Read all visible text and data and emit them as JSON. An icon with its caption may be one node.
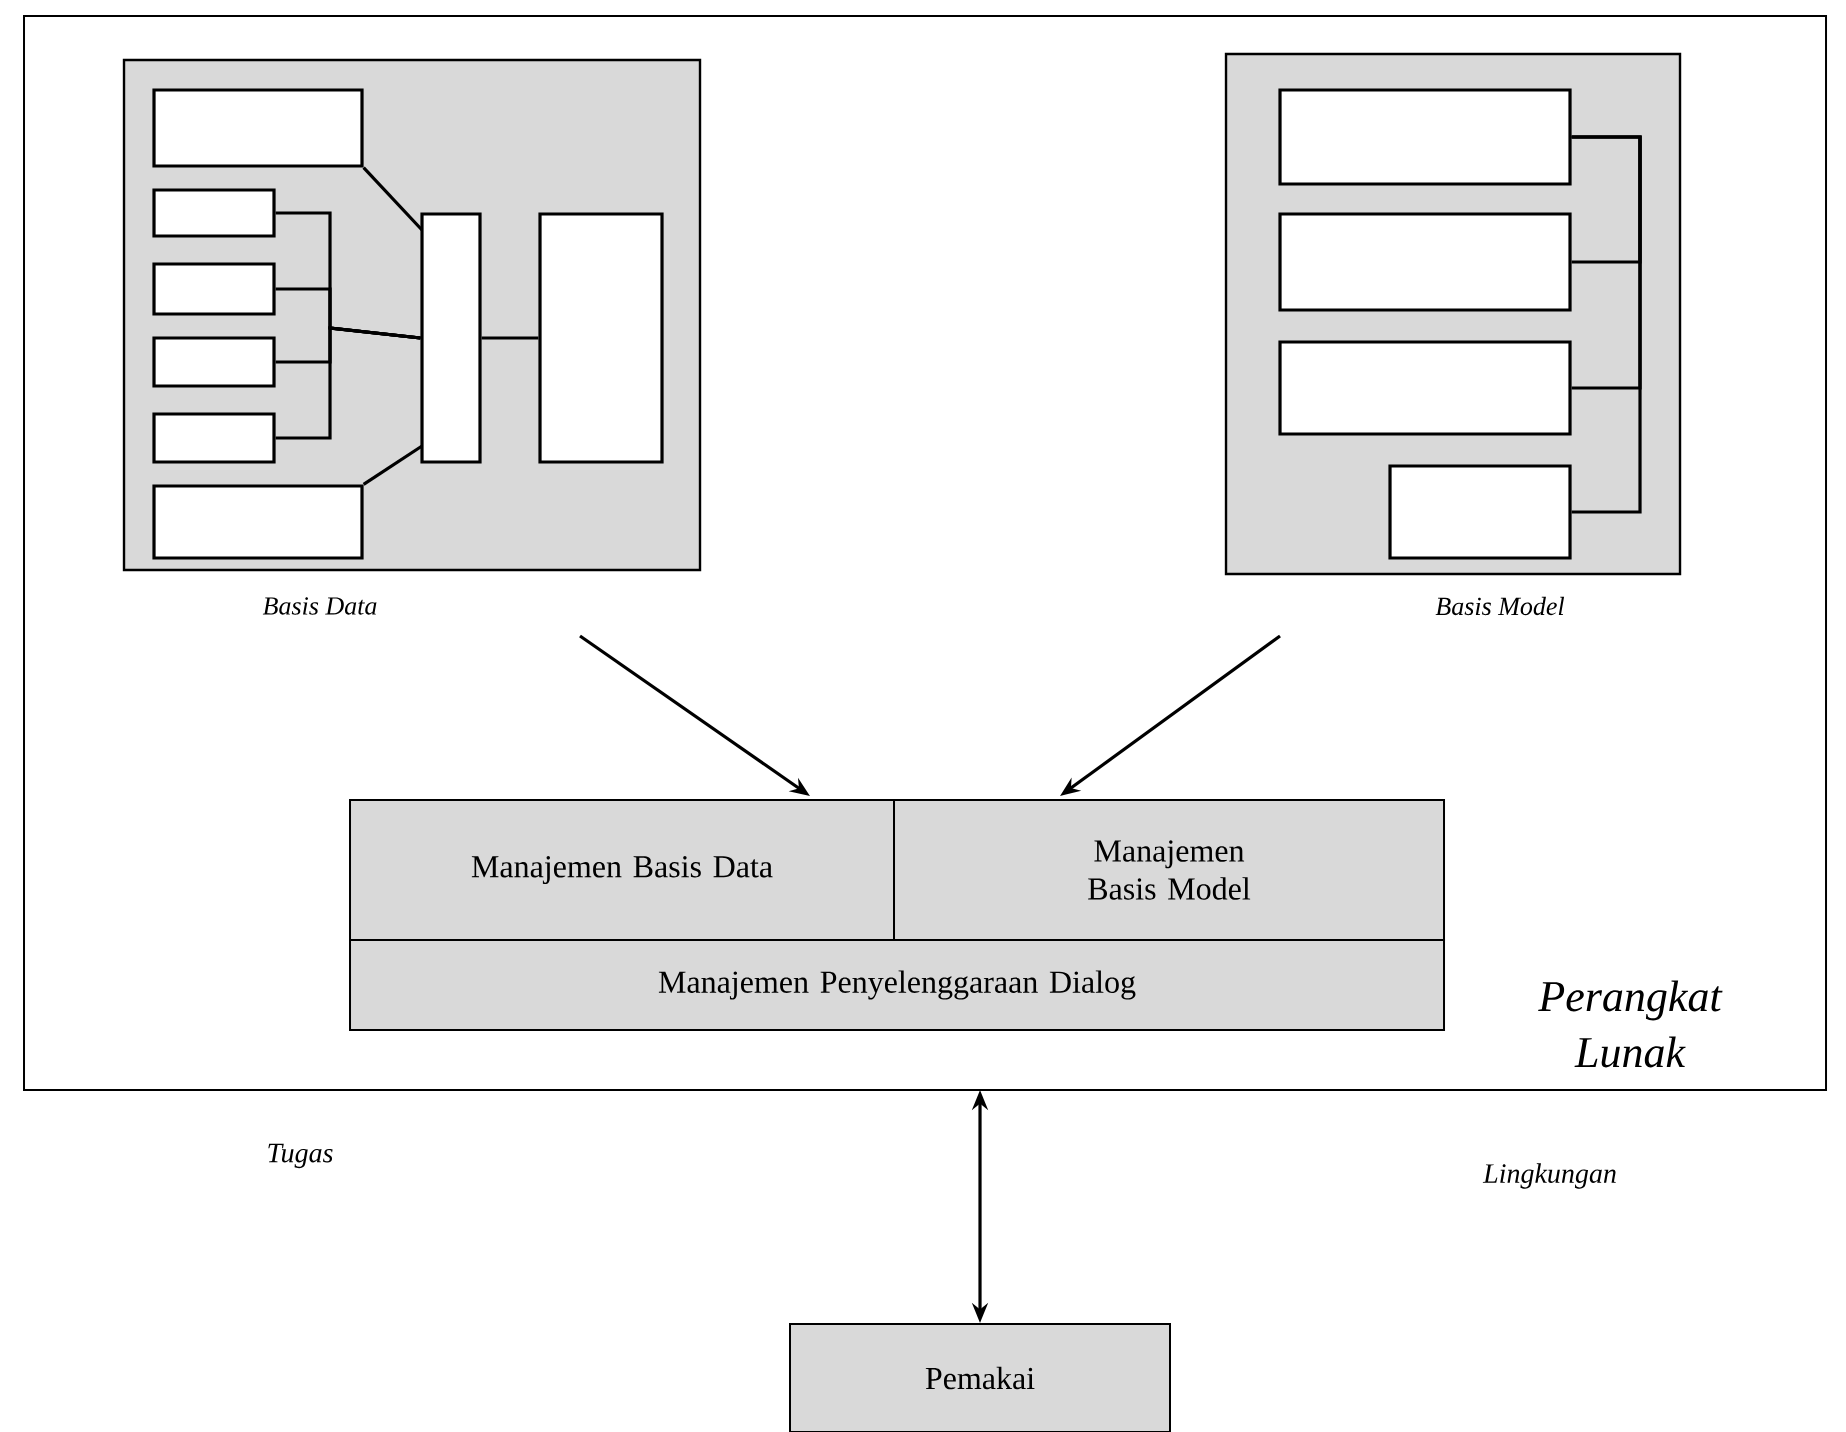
{
  "diagram": {
    "nodes": [
      {
        "text": [
          "Perangkat Lunak"
        ]
      },
      {
        "text": [
          "Basis Data"
        ],
        "in": 0
      },
      {
        "text": [],
        "shape": "box",
        "in": 1
      },
      {
        "text": [],
        "shape": "box",
        "in": 1
      },
      {
        "text": [],
        "shape": "box",
        "in": 1
      },
      {
        "text": [],
        "shape": "box",
        "in": 1
      },
      {
        "text": [],
        "shape": "box",
        "in": 1
      },
      {
        "text": [],
        "shape": "box",
        "in": 1
      },
      {
        "text": [],
        "shape": "box",
        "in": 1
      },
      {
        "text": [],
        "shape": "box",
        "in": 1
      },
      {
        "text": [
          "Basis Model"
        ],
        "in": 0
      },
      {
        "text": [],
        "shape": "box",
        "in": 10
      },
      {
        "text": [],
        "shape": "box",
        "in": 10
      },
      {
        "text": [],
        "shape": "box",
        "in": 10
      },
      {
        "text": [],
        "shape": "box",
        "in": 10
      },
      {
        "text": [
          "Manajemen Basis Data"
        ],
        "in": 0
      },
      {
        "text": [
          "Manajemen Basis Model"
        ],
        "in": 0
      },
      {
        "text": [
          "Manajemen Penyelenggaraan Dialog"
        ],
        "in": 0
      },
      {
        "text": [
          "Pemakai"
        ]
      }
    ],
    "edges": [
      {
        "from": 2,
        "to": 8,
        "arrow": "none"
      },
      {
        "from": 3,
        "to": 8,
        "arrow": "none"
      },
      {
        "from": 4,
        "to": 8,
        "arrow": "none"
      },
      {
        "from": 5,
        "to": 8,
        "arrow": "none"
      },
      {
        "from": 6,
        "to": 8,
        "arrow": "none"
      },
      {
        "from": 7,
        "to": 8,
        "arrow": "none"
      },
      {
        "from": 8,
        "to": 9,
        "arrow": "none"
      },
      {
        "from": 11,
        "to": 12,
        "arrow": "none"
      },
      {
        "from": 11,
        "to": 13,
        "arrow": "none"
      },
      {
        "from": 11,
        "to": 14,
        "arrow": "none"
      },
      {
        "from": 1,
        "to": 15,
        "arrow": "to"
      },
      {
        "from": 10,
        "to": 16,
        "arrow": "to"
      },
      {
        "from": 0,
        "to": 18,
        "arrow": "both"
      }
    ],
    "labels": [
      "Tugas",
      "Lingkungan"
    ]
  }
}
